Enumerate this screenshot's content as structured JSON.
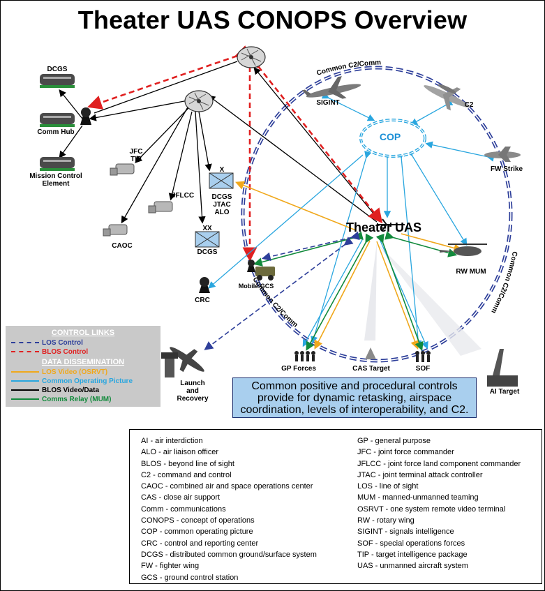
{
  "title": "Theater UAS CONOPS Overview",
  "ring_labels": [
    "Common C2/Comm",
    "Common C2/Comm",
    "Common C2/Comm"
  ],
  "center": "Theater UAS",
  "cop": "COP",
  "nodes": {
    "dcgs_top": "DCGS",
    "comm_hub": "Comm Hub",
    "mce": "Mission Control Element",
    "jfc_tip": "JFC TIP",
    "jflcc": "JFLCC",
    "caoc": "CAOC",
    "dcgs_jtac": "DCGS JTAC ALO",
    "unit_x": "X",
    "unit_xx": "XX",
    "dcgs_mid": "DCGS",
    "crc": "CRC",
    "mobile_gcs": "Mobile GCS",
    "sigint": "SIGINT",
    "c2": "C2",
    "fw_strike": "FW Strike",
    "rw_mum": "RW MUM",
    "gp_forces": "GP Forces",
    "cas_target": "CAS Target",
    "sof": "SOF",
    "ai_target": "AI Target",
    "launch": "Launch and Recovery"
  },
  "legend": {
    "control_head": "CONTROL LINKS",
    "los_control": "LOS Control",
    "blos_control": "BLOS Control",
    "data_head": "DATA DISSEMINATION",
    "los_video": "LOS Video (OSRVT)",
    "cop_link": "Common Operating Picture",
    "blos_video": "BLOS  Video/Data",
    "comms_relay": "Comms Relay (MUM)"
  },
  "colors": {
    "los_control": "#2e3f9a",
    "blos_control": "#e02020",
    "los_video": "#f0a81c",
    "cop": "#29a6df",
    "blos_video": "#000000",
    "comms_relay": "#128a3c",
    "callout_bg": "#a9cfee",
    "ring": "#2e3f9a"
  },
  "callout": "Common positive and procedural controls provide for dynamic retasking, airspace coordination, levels of interoperability, and C2.",
  "glossary_left": [
    "AI - air interdiction",
    "ALO - air liaison officer",
    "BLOS - beyond line of sight",
    "C2 - command and control",
    "CAOC - combined air and space operations center",
    "CAS - close air support",
    "Comm - communications",
    "CONOPS - concept of operations",
    "COP - common operating picture",
    "CRC - control and reporting center",
    "DCGS - distributed common ground/surface system",
    "FW - fighter wing",
    "GCS - ground control station"
  ],
  "glossary_right": [
    "GP - general purpose",
    "JFC - joint force commander",
    "JFLCC - joint force land component commander",
    "JTAC - joint terminal attack controller",
    "LOS - line of sight",
    "MUM - manned-unmanned teaming",
    "OSRVT - one system remote video terminal",
    "RW - rotary wing",
    "SIGINT - signals intelligence",
    "SOF - special operations forces",
    "TIP - target intelligence package",
    "UAS - unmanned aircraft system"
  ]
}
